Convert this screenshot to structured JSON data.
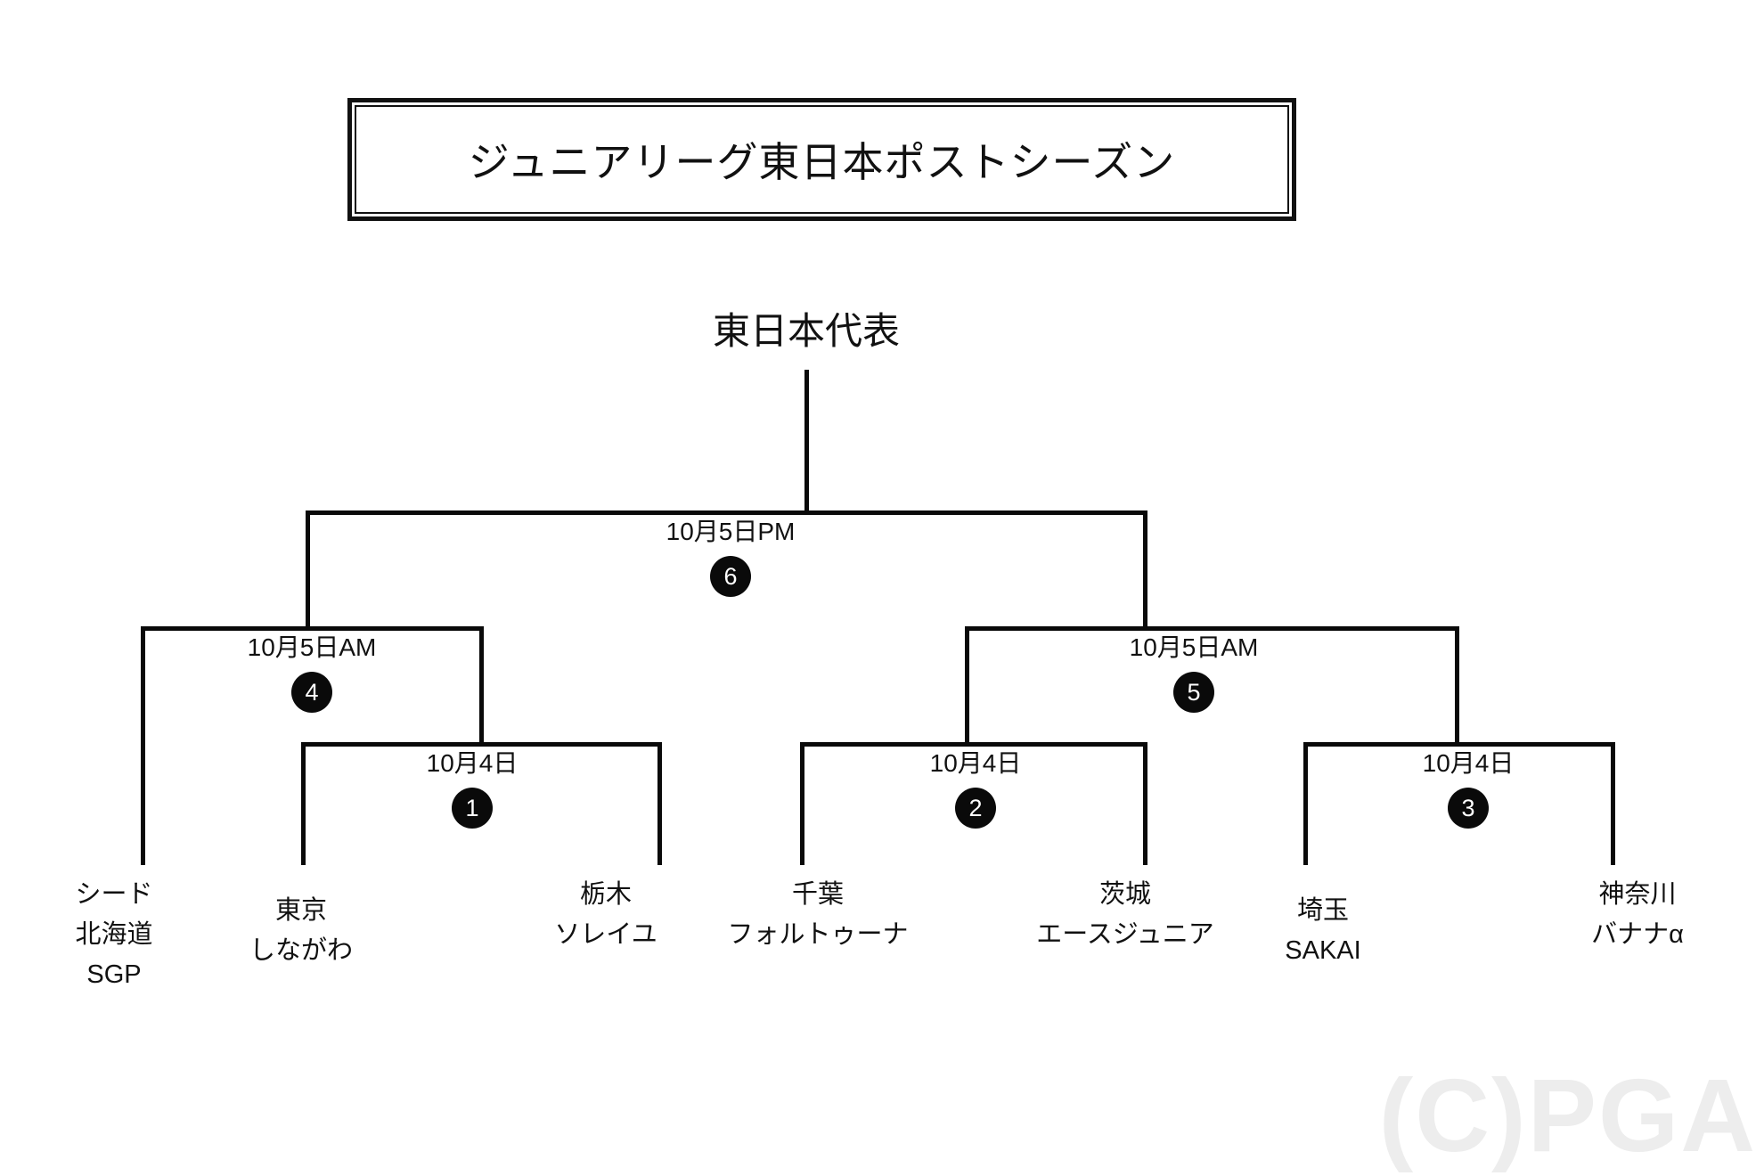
{
  "title": {
    "text": "ジュニアリーグ東日本ポストシーズン"
  },
  "champion": {
    "label": "東日本代表"
  },
  "watermark": {
    "text": "(C)PGA"
  },
  "colors": {
    "line": "#0a0a0a",
    "text": "#111111",
    "badge_bg": "#0a0a0a",
    "badge_text": "#ffffff",
    "background": "#ffffff",
    "watermark": "#ededed"
  },
  "matches": [
    {
      "id": "1",
      "number": "1",
      "date": "10月4日"
    },
    {
      "id": "2",
      "number": "2",
      "date": "10月4日"
    },
    {
      "id": "3",
      "number": "3",
      "date": "10月4日"
    },
    {
      "id": "4",
      "number": "4",
      "date": "10月5日AM"
    },
    {
      "id": "5",
      "number": "5",
      "date": "10月5日AM"
    },
    {
      "id": "6",
      "number": "6",
      "date": "10月5日PM"
    }
  ],
  "teams": [
    {
      "line1": "シード",
      "line2": "北海道",
      "line3": "SGP"
    },
    {
      "line1": "東京",
      "line2": "しながわ",
      "line3": ""
    },
    {
      "line1": "栃木",
      "line2": "ソレイユ",
      "line3": ""
    },
    {
      "line1": "千葉",
      "line2": "フォルトゥーナ",
      "line3": ""
    },
    {
      "line1": "茨城",
      "line2": "エースジュニア",
      "line3": ""
    },
    {
      "line1": "埼玉",
      "line2": "SAKAI",
      "line3": ""
    },
    {
      "line1": "神奈川",
      "line2": "バナナα",
      "line3": ""
    }
  ],
  "bracket_structure": {
    "type": "single-elimination",
    "rounds": 3,
    "final": {
      "match": "6",
      "date": "10月5日PM",
      "winner_label": "東日本代表"
    },
    "semifinals": [
      {
        "match": "4",
        "date": "10月5日AM"
      },
      {
        "match": "5",
        "date": "10月5日AM"
      }
    ],
    "quarterfinals": [
      {
        "match": "1",
        "date": "10月4日"
      },
      {
        "match": "2",
        "date": "10月4日"
      },
      {
        "match": "3",
        "date": "10月4日"
      }
    ]
  }
}
